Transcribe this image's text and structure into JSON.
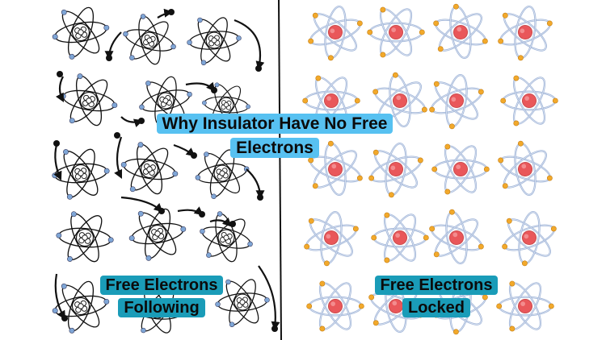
{
  "title": {
    "lines": [
      "Why  Insulator Have No Free",
      "Electrons"
    ]
  },
  "left_panel": {
    "label_lines": [
      "Free Electrons",
      "Following"
    ]
  },
  "right_panel": {
    "label_lines": [
      "Free Electrons",
      "Locked"
    ]
  },
  "colors": {
    "title_bg": "#57c1f1",
    "label_bg": "#1a9cb8",
    "atom_line_left": "#111111",
    "atom_orbit_right": "#9fb4d8",
    "electron_left": "#7fa6d6",
    "electron_right": "#f2a92b",
    "nucleus_right": "#e9575a",
    "divider": "#111111"
  },
  "icons": {
    "left_atom": "atom-icon-outline",
    "right_atom": "atom-icon-color",
    "arrow": "curved-arrow-icon"
  }
}
